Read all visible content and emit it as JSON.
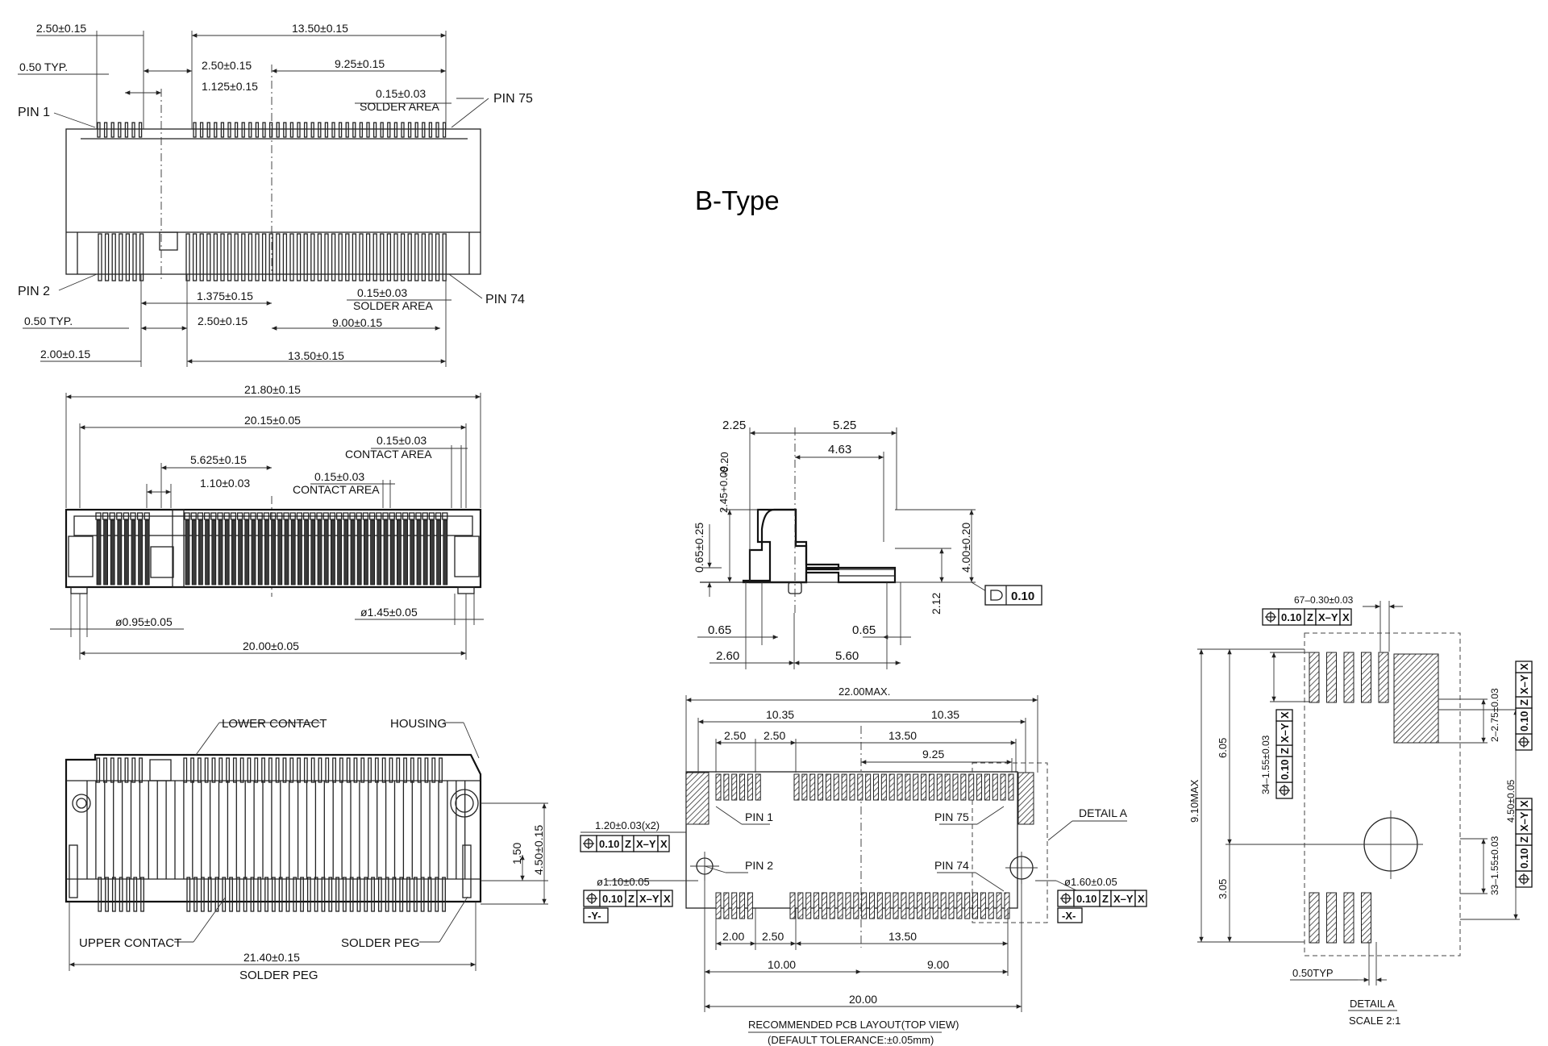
{
  "title": "B-Type",
  "view_top": {
    "d_2_50_a": "2.50±0.15",
    "d_13_50_a": "13.50±0.15",
    "d_050_a": "0.50 TYP.",
    "d_2_50_b": "2.50±0.15",
    "d_9_25": "9.25±0.15",
    "d_1_125": "1.125±0.15",
    "d_015_a": "0.15±0.03",
    "solder_area_a": "SOLDER AREA",
    "pin1": "PIN 1",
    "pin75": "PIN 75",
    "pin2": "PIN 2",
    "pin74": "PIN 74",
    "d_1_375": "1.375±0.15",
    "d_015_b": "0.15±0.03",
    "solder_area_b": "SOLDER AREA",
    "d_050_b": "0.50 TYP.",
    "d_2_50_c": "2.50±0.15",
    "d_9_00": "9.00±0.15",
    "d_2_00": "2.00±0.15",
    "d_13_50_b": "13.50±0.15"
  },
  "view_front": {
    "d_21_80": "21.80±0.15",
    "d_20_15": "20.15±0.05",
    "d_015_c": "0.15±0.03",
    "contact_area_a": "CONTACT AREA",
    "d_5_625": "5.625±0.15",
    "d_1_10": "1.10±0.03",
    "d_015_d": "0.15±0.03",
    "contact_area_b": "CONTACT AREA",
    "d_phi095": "ø0.95±0.05",
    "d_phi145": "ø1.45±0.05",
    "d_20_00": "20.00±0.05"
  },
  "view_bottom": {
    "lower_contact": "LOWER CONTACT",
    "housing": "HOUSING",
    "d_1_50": "1.50",
    "d_4_50": "4.50±0.15",
    "upper_contact": "UPPER CONTACT",
    "solder_peg": "SOLDER PEG",
    "d_21_40": "21.40±0.15",
    "solder_peg_b": "SOLDER PEG"
  },
  "view_side": {
    "d_2_25": "2.25",
    "d_5_25": "5.25",
    "d_4_63": "4.63",
    "d_2_45": "2.45+0.09",
    "d_2_45_tol": "-0.20",
    "d_065v": "0.65±0.25",
    "d_4_00": "4.00±0.20",
    "d_2_12": "2.12",
    "flatness": "0.10",
    "d_065_l": "0.65",
    "d_065_r": "0.65",
    "d_2_60": "2.60",
    "d_5_60": "5.60"
  },
  "view_pcb": {
    "d_22": "22.00MAX.",
    "d_10_35_a": "10.35",
    "d_10_35_b": "10.35",
    "d_2_50_a": "2.50",
    "d_2_50_b": "2.50",
    "d_13_50": "13.50",
    "d_9_25": "9.25",
    "d_1_20": "1.20±0.03(x2)",
    "fcf_a": [
      "0.10",
      "Z",
      "X–Y",
      "X"
    ],
    "pin1": "PIN 1",
    "pin75": "PIN 75",
    "detail_a": "DETAIL A",
    "pin2": "PIN 2",
    "pin74": "PIN 74",
    "d_phi110": "ø1.10±0.05",
    "fcf_b": [
      "0.10",
      "Z",
      "X–Y",
      "X"
    ],
    "datum_y": "-Y-",
    "d_phi160": "ø1.60±0.05",
    "fcf_c": [
      "0.10",
      "Z",
      "X–Y",
      "X"
    ],
    "datum_x": "-X-",
    "d_2_00": "2.00",
    "d_2_50_c": "2.50",
    "d_13_50_b": "13.50",
    "d_10_00": "10.00",
    "d_9_00": "9.00",
    "d_20_00": "20.00",
    "note1": "RECOMMENDED PCB LAYOUT(TOP VIEW)",
    "note2": "(DEFAULT TOLERANCE:±0.05mm)"
  },
  "view_detail": {
    "d_67": "67–0.30±0.03",
    "fcf_top": [
      "0.10",
      "Z",
      "X–Y",
      "X"
    ],
    "d_9_10": "9.10MAX",
    "d_6_05": "6.05",
    "d_34": "34–1.55±0.03",
    "fcf_left": [
      "0.10",
      "Z",
      "X–Y",
      "X"
    ],
    "d_3_05": "3.05",
    "d_2_275": "2–2.75±0.03",
    "fcf_r1": [
      "0.10",
      "Z",
      "X–Y",
      "X"
    ],
    "d_4_50": "4.50±0.05",
    "d_33": "33–1.55±0.03",
    "fcf_r2": [
      "0.10",
      "Z",
      "X–Y",
      "X"
    ],
    "d_050typ": "0.50TYP",
    "detail": "DETAIL A",
    "scale": "SCALE 2:1"
  }
}
